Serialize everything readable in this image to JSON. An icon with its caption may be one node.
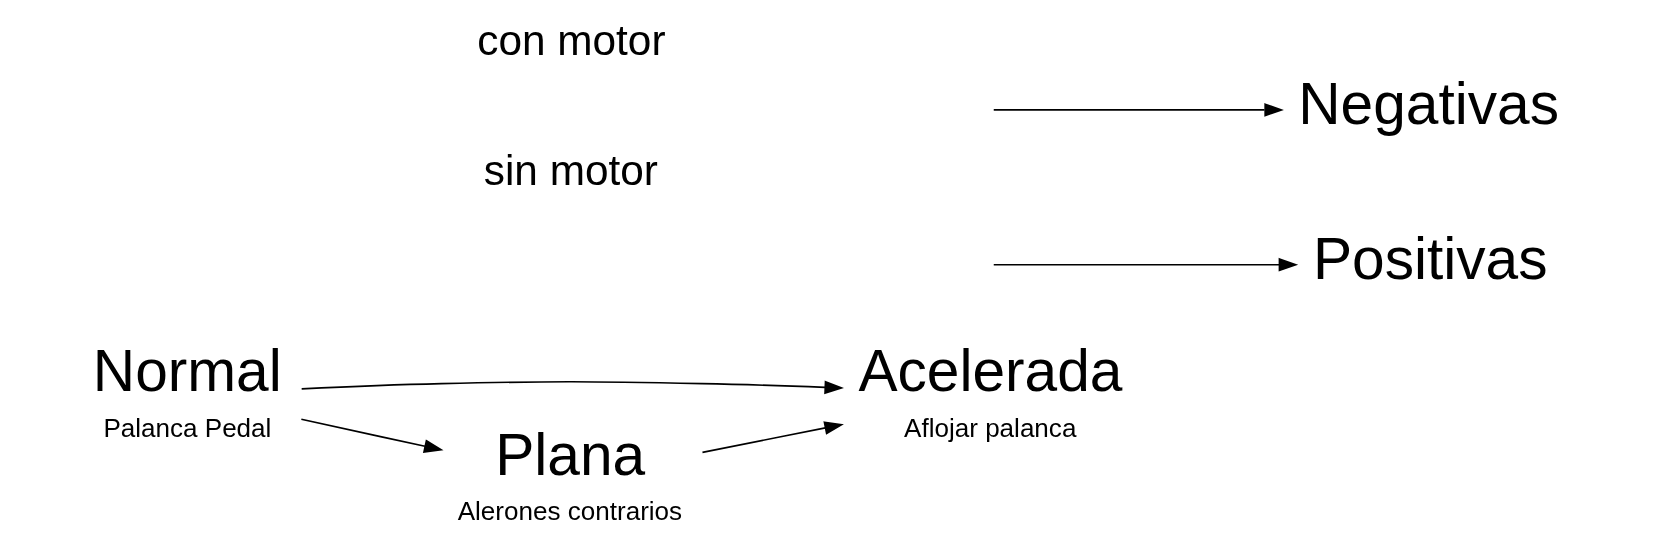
{
  "diagram": {
    "nodes": [
      {
        "text": [
          "Normal",
          "Palanca Pedal"
        ]
      },
      {
        "text": [
          "Acelerada",
          "Aflojar palanca"
        ]
      },
      {
        "text": [
          "Plana",
          "Alerones contrarios"
        ]
      },
      {
        "text": [
          "Positivas"
        ]
      },
      {
        "text": [
          "Negativas"
        ]
      }
    ],
    "edges": [
      {
        "from": 0,
        "to": 1,
        "arrow": "to"
      },
      {
        "from": 0,
        "to": 2,
        "arrow": "to"
      },
      {
        "from": 2,
        "to": 1,
        "arrow": "to"
      },
      {
        "from": null,
        "to": 3,
        "arrow": "to"
      },
      {
        "from": null,
        "to": 4,
        "arrow": "to"
      }
    ],
    "labels": [
      "sin motor",
      "con motor"
    ]
  }
}
